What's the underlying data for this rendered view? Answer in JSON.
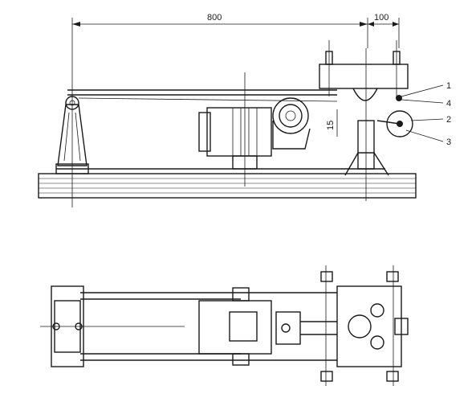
{
  "dimensions": {
    "length_main": "800",
    "length_end": "100",
    "offset_vertical": "15"
  },
  "callouts": [
    "1",
    "4",
    "2",
    "3"
  ],
  "colors": {
    "ink": "#1a1a1a",
    "paper": "#ffffff"
  }
}
